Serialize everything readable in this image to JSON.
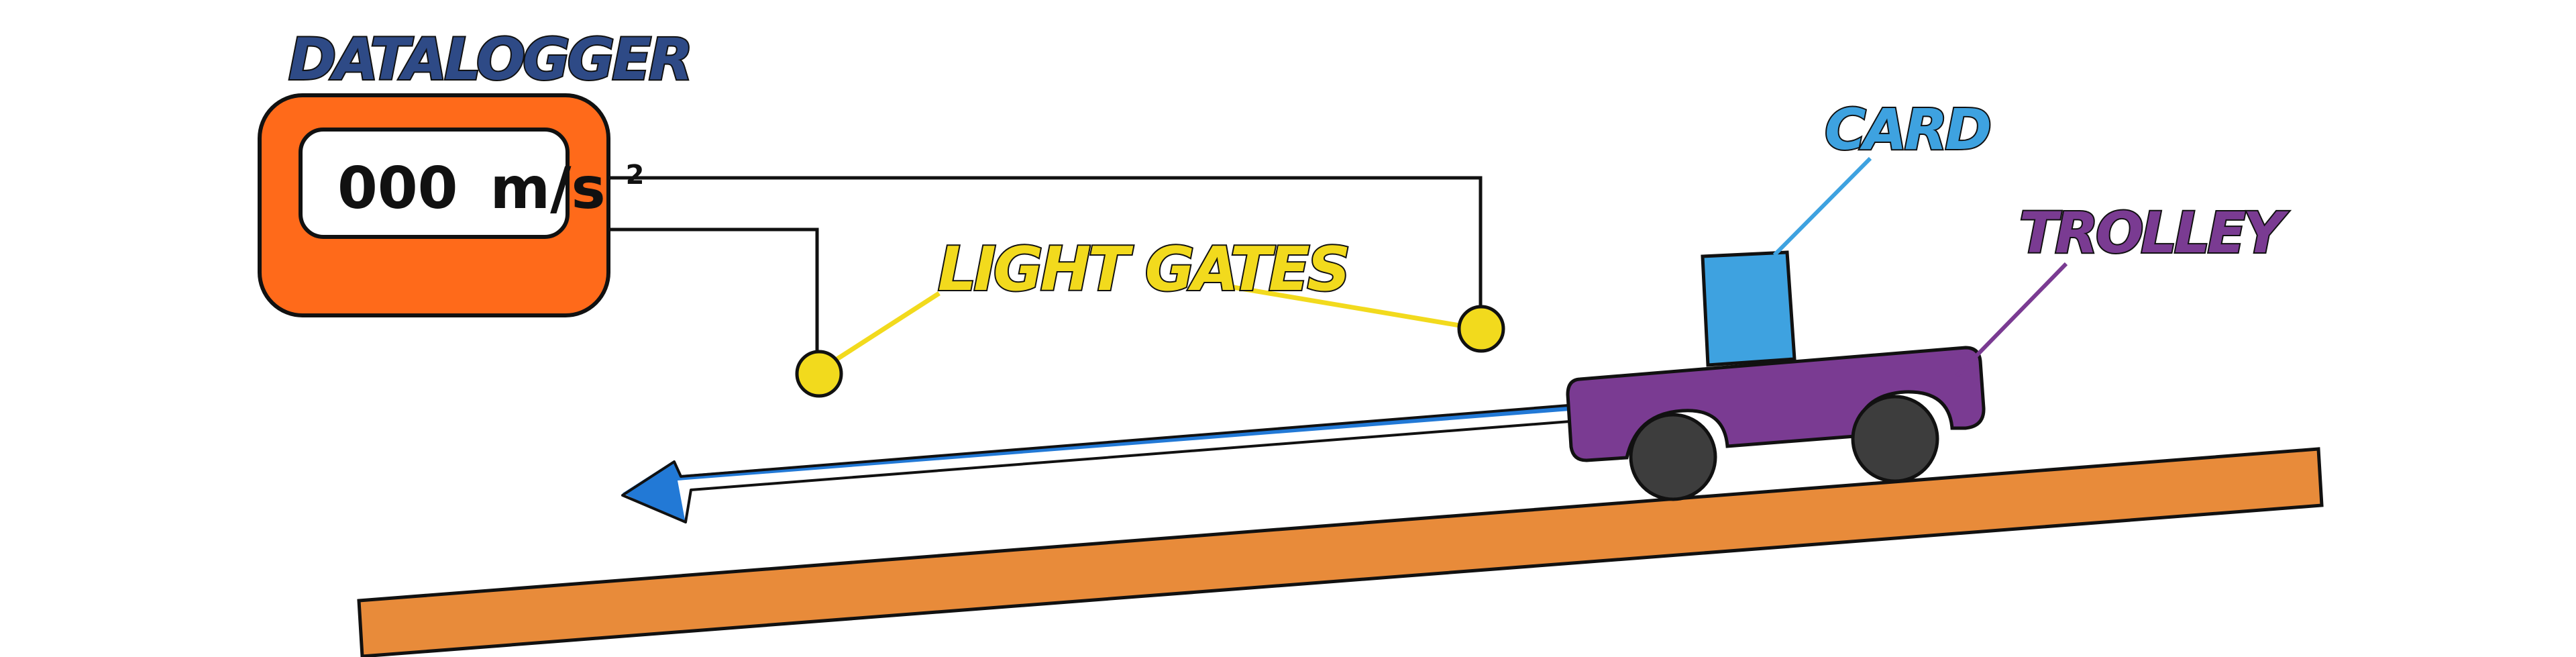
{
  "labels": {
    "datalogger": "DATALOGGER",
    "light_gates": "LIGHT GATES",
    "card": "CARD",
    "trolley": "TROLLEY"
  },
  "display": {
    "value": "000",
    "unit": "m/s",
    "unit_exponent": "2"
  },
  "colors": {
    "datalogger_body": "#ff6a1a",
    "datalogger_label": "#2e4a86",
    "light_gate": "#f2da1d",
    "card": "#3ea2e0",
    "trolley": "#7a3b92",
    "wheel": "#3d3d3d",
    "arrow": "#2279d6",
    "ramp": "#e88b3a"
  }
}
